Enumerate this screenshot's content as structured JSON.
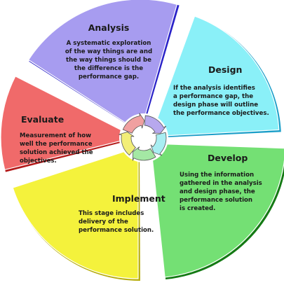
{
  "diagram": {
    "segments": [
      {
        "key": "analysis",
        "title": "Analysis",
        "lines": [
          "A systematic exploration",
          "of the way things are and",
          "the way things should be",
          "the difference is the",
          "performance gap."
        ],
        "fill": "#a79cf0",
        "edge": "#2a22c8"
      },
      {
        "key": "design",
        "title": "Design",
        "lines": [
          "If the analysis identifies",
          "a performance gap, the",
          "design phase will outline",
          "the performance objectives."
        ],
        "fill": "#8af0f8",
        "edge": "#1a9ec8"
      },
      {
        "key": "develop",
        "title": "Develop",
        "lines": [
          "Using the information",
          "gathered in the analysis",
          "and design phase, the",
          "performance solution",
          "is created."
        ],
        "fill": "#74e074",
        "edge": "#147a14"
      },
      {
        "key": "implement",
        "title": "Implement",
        "lines": [
          "This stage includes",
          "delivery of the",
          "performance solution."
        ],
        "fill": "#f4f23c",
        "edge": "#b8ae10"
      },
      {
        "key": "evaluate",
        "title": "Evaluate",
        "lines": [
          "Measurement of how",
          "well the performance",
          "solution achieved the",
          "objectives."
        ],
        "fill": "#f06a6a",
        "edge": "#b41a1a"
      }
    ],
    "center_arrows": {
      "colors": [
        "#b7a8ee",
        "#a8eef2",
        "#a4e8a4",
        "#f2ee78",
        "#f0a0a0"
      ]
    }
  }
}
